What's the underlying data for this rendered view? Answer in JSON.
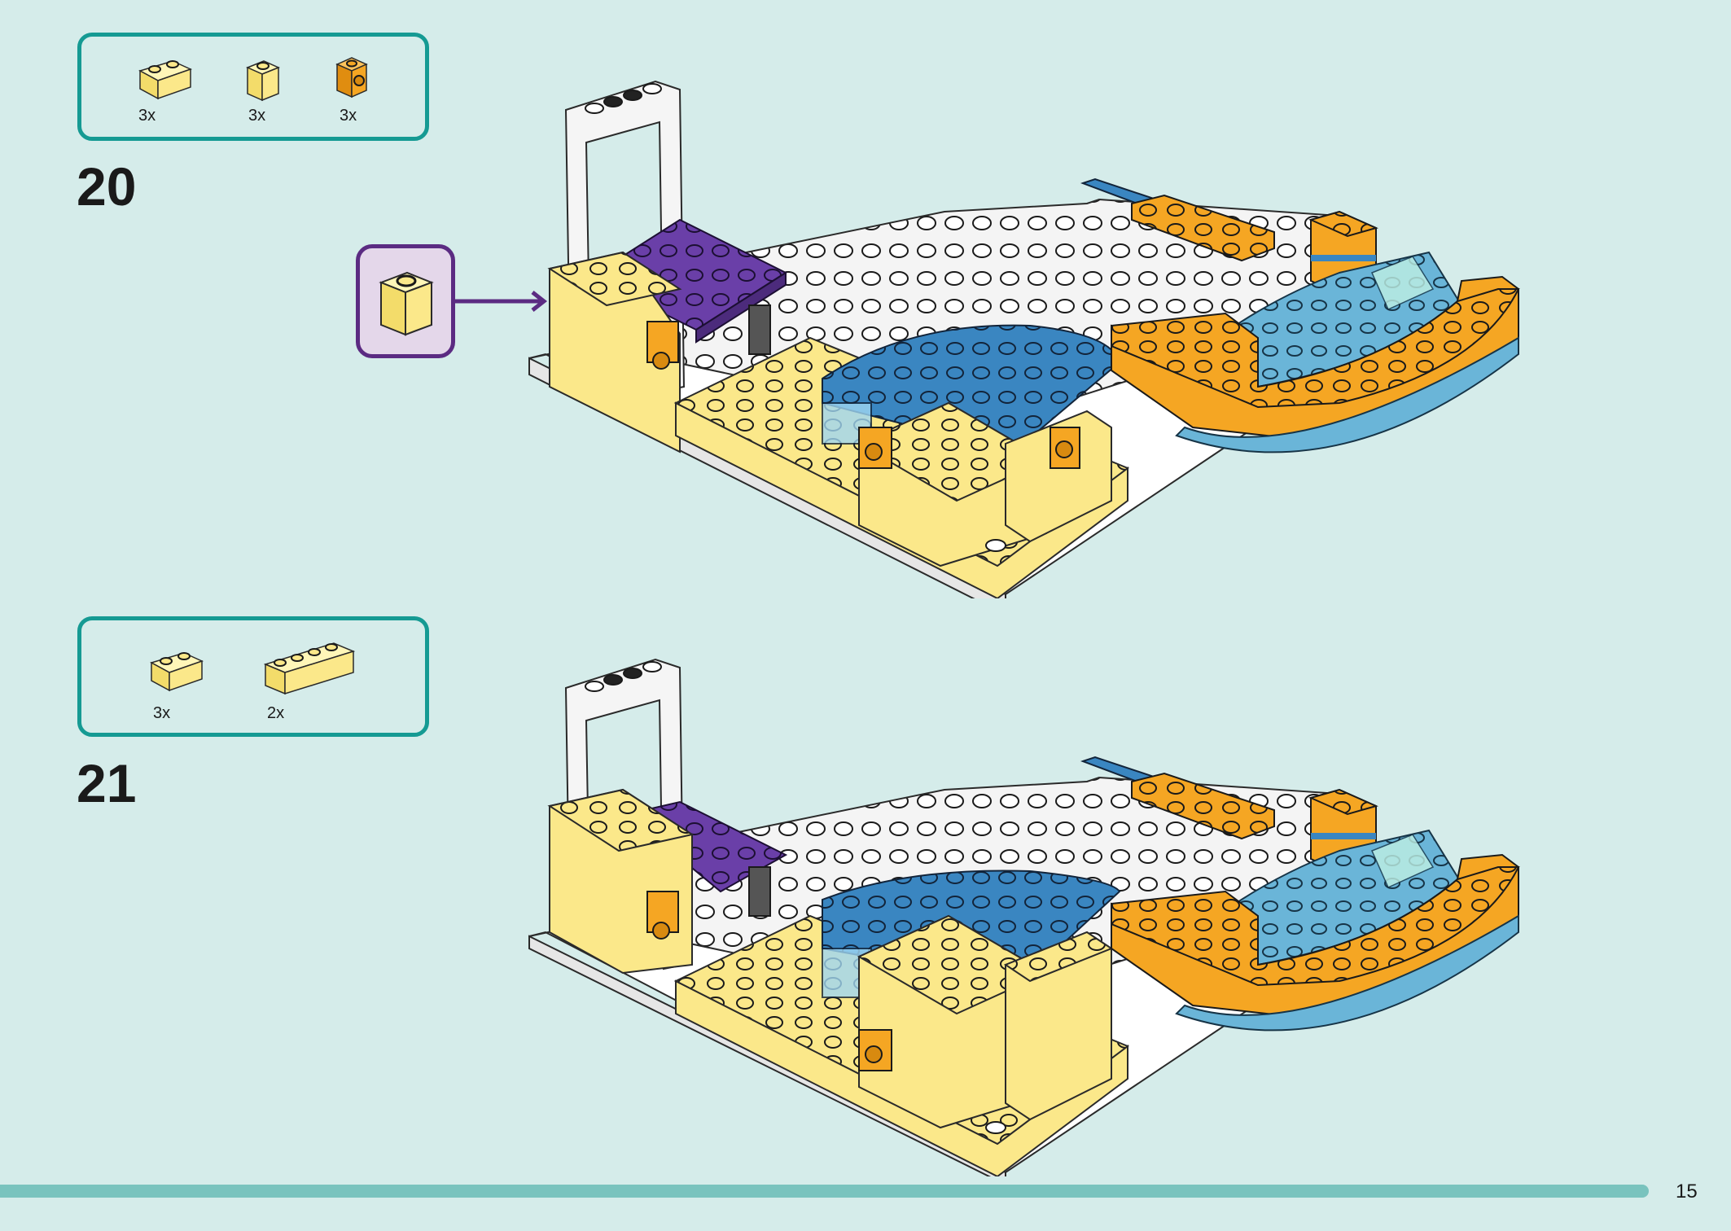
{
  "page": {
    "number": "15"
  },
  "colors": {
    "background": "#d5ecea",
    "box_border": "#159a93",
    "callout_border": "#5b2b82",
    "brick_yellow": "#fbe88a",
    "brick_orange": "#f5a623",
    "plate_blue": "#3a86c1",
    "plate_purple": "#6a3fa8",
    "plate_light_blue": "#6ab5d8",
    "footer_bar": "#79c3be"
  },
  "steps": [
    {
      "number": "20",
      "parts": [
        {
          "icon": "yellow-brick-1x2-icon",
          "qty": "3x"
        },
        {
          "icon": "yellow-brick-1x1-icon",
          "qty": "3x"
        },
        {
          "icon": "orange-bracket-icon",
          "qty": "3x"
        }
      ],
      "callout": {
        "icon": "yellow-brick-1x1-icon"
      }
    },
    {
      "number": "21",
      "parts": [
        {
          "icon": "yellow-brick-1x2-icon",
          "qty": "3x"
        },
        {
          "icon": "yellow-brick-1x4-icon",
          "qty": "2x"
        }
      ]
    }
  ]
}
